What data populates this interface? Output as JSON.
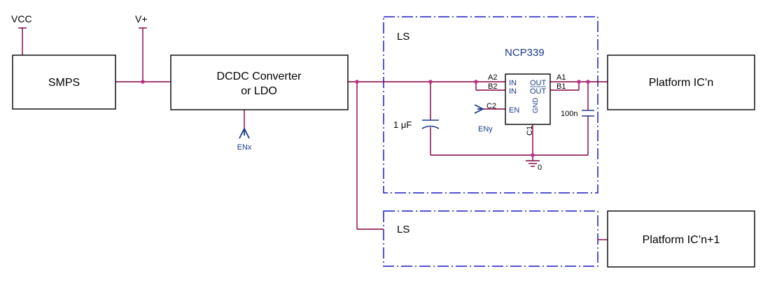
{
  "supplies": {
    "vcc": "VCC",
    "vplus": "V+"
  },
  "blocks": {
    "smps": "SMPS",
    "dcdc_line1": "DCDC Converter",
    "dcdc_line2": "or LDO",
    "platform_n": "Platform IC’n",
    "platform_n1": "Platform IC’n+1"
  },
  "enables": {
    "enx": "ENx",
    "eny": "ENy"
  },
  "switch_groups": {
    "ls_top": "LS",
    "ls_bottom": "LS"
  },
  "chip": {
    "name": "NCP339",
    "pins": {
      "a2": "A2",
      "b2": "B2",
      "c2": "C2",
      "a1": "A1",
      "b1": "B1",
      "c1": "C1",
      "in1": "IN",
      "in2": "IN",
      "en": "EN",
      "out1": "OUT",
      "out2": "OUT",
      "gnd": "GND"
    }
  },
  "components": {
    "cap_in": "1 μF",
    "cap_out": "100n",
    "ground": "0"
  },
  "colors": {
    "wire": "#800040",
    "boundary": "#1a1acc",
    "label_blue": "#1a3a8c",
    "node": "#c0308a"
  }
}
